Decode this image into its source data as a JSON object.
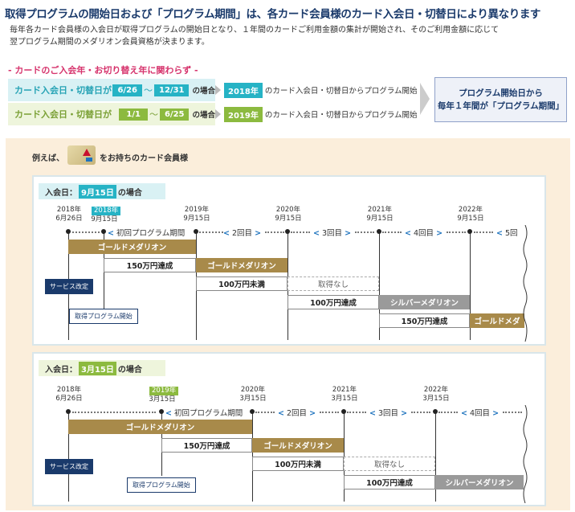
{
  "heading": "取得プログラムの開始日および「プログラム期間」は、各カード会員様のカード入会日・切替日により異なります",
  "intro": [
    "毎年各カード会員様の入会日が取得プログラムの開始日となり、１年間のカードご利用金額の集計が開始され、そのご利用金額に応じて",
    "翌プログラム期間のメダリオン会員資格が決まります。"
  ],
  "note_label": "- カードのご入会年・お切り替え年に関わらず -",
  "rows": [
    {
      "label": "カード入会日・切替日が",
      "from": "6/26",
      "to": "12/31",
      "suffix": "の場合",
      "year": "2018年",
      "text": "のカード入会日・切替日からプログラム開始",
      "bg": "#d9f1f4",
      "label_color": "#26a3b5",
      "chip_color": "#26b3c5"
    },
    {
      "label": "カード入会日・切替日が",
      "from": "1/1",
      "to": "6/25",
      "suffix": "の場合",
      "year": "2019年",
      "text": "のカード入会日・切替日からプログラム開始",
      "bg": "#eef5dc",
      "label_color": "#7aa035",
      "chip_color": "#8cba3f"
    }
  ],
  "tilde": "～",
  "summary": [
    "プログラム開始日から",
    "毎年１年間が「プログラム期間」"
  ],
  "example": {
    "prefix": "例えば、",
    "suffix": "をお持ちのカード会員様",
    "card_icon": "delta-gold-card-icon"
  },
  "panels": [
    {
      "title_prefix": "入会日：",
      "title_date": "9月15日",
      "title_suffix": "の場合",
      "title_bg": "#d9f1f4",
      "title_hl": "#26b3c5",
      "ticks": [
        {
          "year": "2018年",
          "date": "6月26日"
        },
        {
          "year": "2018年",
          "date": "9月15日",
          "chip": true
        },
        {
          "year": "2019年",
          "date": "9月15日"
        },
        {
          "year": "2020年",
          "date": "9月15日"
        },
        {
          "year": "2021年",
          "date": "9月15日"
        },
        {
          "year": "2022年",
          "date": "9月15日"
        }
      ],
      "periods": [
        "初回プログラム期間",
        "2回目",
        "3回目",
        "4回目",
        "5回"
      ],
      "bars": [
        "ゴールドメダリオン",
        "150万円達成",
        "ゴールドメダリオン",
        "100万円未満",
        "取得なし",
        "100万円達成",
        "シルバーメダリオン",
        "150万円達成",
        "ゴールドメダ"
      ],
      "service_badge": "サービス改定",
      "start_badge": "取得プログラム開始"
    },
    {
      "title_prefix": "入会日：",
      "title_date": "3月15日",
      "title_suffix": "の場合",
      "title_bg": "#eef5dc",
      "title_hl": "#8cba3f",
      "ticks": [
        {
          "year": "2018年",
          "date": "6月26日"
        },
        {
          "year": "2019年",
          "date": "3月15日",
          "chip": true
        },
        {
          "year": "2020年",
          "date": "3月15日"
        },
        {
          "year": "2021年",
          "date": "3月15日"
        },
        {
          "year": "2022年",
          "date": "3月15日"
        }
      ],
      "periods": [
        "初回プログラム期間",
        "2回目",
        "3回目",
        "4回目"
      ],
      "bars": [
        "ゴールドメダリオン",
        "150万円達成",
        "ゴールドメダリオン",
        "100万円未満",
        "取得なし",
        "100万円達成",
        "シルバーメダリオン"
      ],
      "service_badge": "サービス改定",
      "start_badge": "取得プログラム開始"
    }
  ]
}
